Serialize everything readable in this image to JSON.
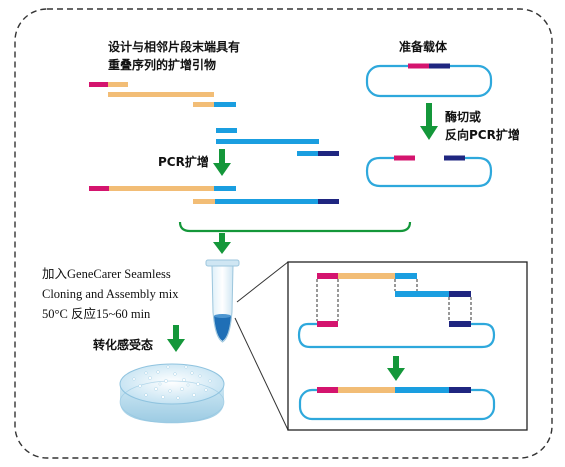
{
  "colors": {
    "pink": "#d4146e",
    "orange": "#f2bd76",
    "blue": "#1a9ee0",
    "navy": "#1f2680",
    "green": "#14973a",
    "plasmid": "#2ea8dc",
    "border": "#333333"
  },
  "left_panel": {
    "title_line1": "设计与相邻片段末端具有",
    "title_line2": "重叠序列的扩增引物",
    "pcr_label": "PCR扩增"
  },
  "right_panel": {
    "title": "准备载体",
    "step_line1": "酶切或",
    "step_line2": "反向PCR扩增"
  },
  "assembly": {
    "line1": "加入GeneCarer Seamless",
    "line2": "Cloning and Assembly mix",
    "line3": "50°C 反应15~60 min",
    "transform": "转化感受态"
  },
  "icons": {
    "tube": "microcentrifuge-tube-icon",
    "dish": "petri-dish-icon",
    "arrow": "green-down-arrow-icon"
  }
}
